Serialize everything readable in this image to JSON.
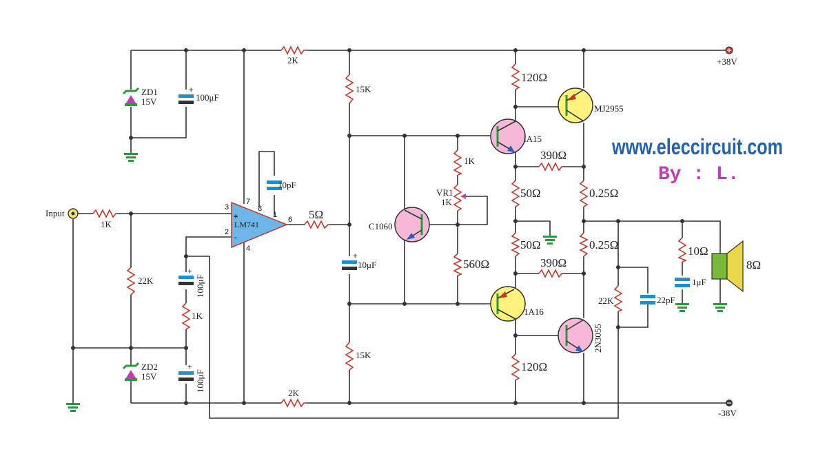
{
  "colors": {
    "wire": "#333333",
    "resistor": "#c0392b",
    "capacitor": "#1e8fd1",
    "ground": "#2a9a3a",
    "transistor_npn": "#f5b8d8",
    "transistor_pnp": "#fff27a",
    "opamp": "#6cb6ea",
    "zener": "#2a9a3a",
    "speaker": "#7ab83a",
    "speaker_cone": "#e8d84a",
    "website": "#1f63b0",
    "author": "#c43bb7"
  },
  "rails": {
    "positive": "+38V",
    "negative": "-38V"
  },
  "watermark": {
    "site": "www.eleccircuit.com",
    "author": "By : L."
  },
  "input": {
    "label": "Input"
  },
  "opamp": {
    "name": "LM741",
    "pin3": "3",
    "pin2": "2",
    "pin7": "7",
    "pin4": "4",
    "pin8": "8",
    "pin1": "1",
    "pin6": "6",
    "plus": "+",
    "minus": "-"
  },
  "zeners": {
    "zd1": {
      "name": "ZD1",
      "value": "15V"
    },
    "zd2": {
      "name": "ZD2",
      "value": "15V"
    }
  },
  "resistors": {
    "r_in": "1K",
    "r_22k_left": "22K",
    "r_1k_mid": "1K",
    "r_2k_top": "2K",
    "r_2k_bot": "2K",
    "r_5ohm": "5Ω",
    "r_15k_top": "15K",
    "r_15k_bot": "15K",
    "r_1k_bias": "1K",
    "vr1_name": "VR1",
    "vr1_value": "1K",
    "r_560": "560Ω",
    "r_120_top": "120Ω",
    "r_120_bot": "120Ω",
    "r_390_top": "390Ω",
    "r_390_bot": "390Ω",
    "r_50_top": "50Ω",
    "r_50_bot": "50Ω",
    "r_025_top": "0.25Ω",
    "r_025_bot": "0.25Ω",
    "r_22k_fb": "22K",
    "r_10ohm": "10Ω"
  },
  "capacitors": {
    "c_100u_top": "100μF",
    "c_10p": "10pF",
    "c_100u_mid": "100μF",
    "c_100u_bot": "100μF",
    "c_10u": "10μF",
    "c_22p": "22pF",
    "c_1u": "1μF",
    "plus": "+"
  },
  "transistors": {
    "c1060": "C1060",
    "q_1a15": "iA15",
    "q_1a16": "1A16",
    "mj2955": "MJ2955",
    "q_2n3055": "2N3055"
  },
  "speaker": {
    "value": "8Ω"
  }
}
